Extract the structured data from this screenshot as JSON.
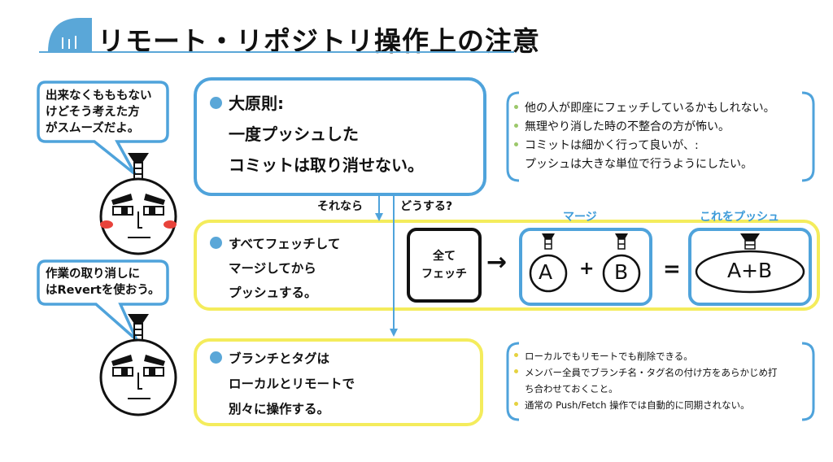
{
  "title": "リモート・リポジトリ操作上の注意",
  "characters": [
    {
      "bubble_lines": [
        "出来なくもももない",
        "けどそう考えた方",
        "がスムーズだよ。"
      ]
    },
    {
      "bubble_lines": [
        "作業の取り消しに",
        "はRevertを使おう。"
      ]
    }
  ],
  "principle": {
    "lines": [
      "大原則:",
      "一度プッシュした",
      "コミットは取り消せない。"
    ]
  },
  "principle_notes": [
    "他の人が即座にフェッチしているかもしれない。",
    "無理やり消した時の不整合の方が怖い。",
    "コミットは細かく行って良いが、:",
    "プッシュは大きな単位で行うようにしたい。"
  ],
  "question": {
    "left": "それなら",
    "right": "どうする?"
  },
  "fetch_rule": {
    "lines": [
      "すべてフェッチして",
      "マージしてから",
      "プッシュする。"
    ]
  },
  "flow": {
    "fetch_all": [
      "全て",
      "フェッチ"
    ],
    "arrow": "→",
    "merge_label": "マージ",
    "plus": "+",
    "equals": "=",
    "a": "A",
    "b": "B",
    "result": "A+B",
    "push_label": "これをプッシュ"
  },
  "branch_rule": {
    "lines": [
      "ブランチとタグは",
      "ローカルとリモートで",
      "別々に操作する。"
    ]
  },
  "branch_notes": [
    "ローカルでもリモートでも削除できる。",
    "メンバー全員でブランチ名・タグ名の付け方をあらかじめ打",
    "ち合わせておくこと。",
    "通常の Push/Fetch 操作では自動的に同期されない。"
  ],
  "colors": {
    "blue": "#4fa3db",
    "yellow": "#f4ec5c",
    "cheek": "#e8433b"
  }
}
